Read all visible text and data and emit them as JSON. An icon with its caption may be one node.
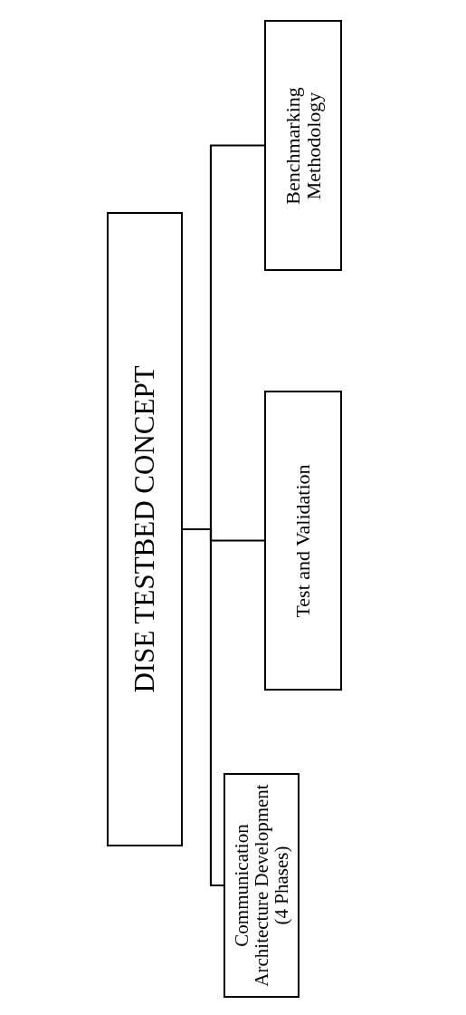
{
  "diagram": {
    "nodes": [
      {
        "text": [
          "DISE TESTBED CONCEPT"
        ]
      },
      {
        "text": [
          "Communication Architecture Development (4 Phases)"
        ]
      },
      {
        "text": [
          "Test and Validation"
        ]
      },
      {
        "text": [
          "Benchmarking Methodology"
        ]
      }
    ],
    "edges": [
      {
        "from": 0,
        "to": 1,
        "arrow": "none"
      },
      {
        "from": 0,
        "to": 2,
        "arrow": "none"
      },
      {
        "from": 0,
        "to": 3,
        "arrow": "none"
      }
    ]
  }
}
